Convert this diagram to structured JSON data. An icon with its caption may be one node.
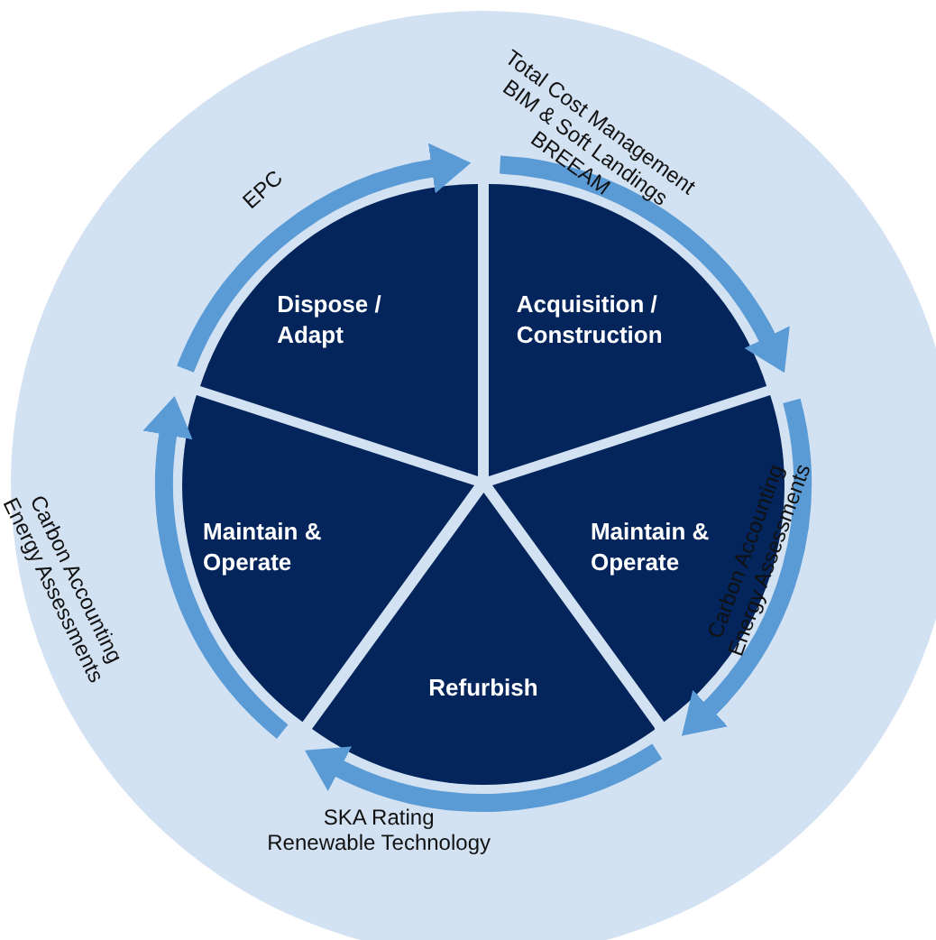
{
  "diagram": {
    "nodes": [
      {
        "text": [
          "Dispose / Adapt"
        ]
      },
      {
        "text": [
          "Acquisition / Construction"
        ]
      },
      {
        "text": [
          "Maintain & Operate"
        ]
      },
      {
        "text": [
          "Maintain & Operate"
        ]
      },
      {
        "text": [
          "Refurbish"
        ]
      }
    ],
    "edges": [
      {
        "from": 0,
        "to": 1,
        "arrow": "to"
      },
      {
        "from": 1,
        "to": 3,
        "arrow": "to"
      },
      {
        "from": 3,
        "to": 4,
        "arrow": "to"
      },
      {
        "from": 4,
        "to": 2,
        "arrow": "to"
      },
      {
        "from": 2,
        "to": 0,
        "arrow": "to"
      }
    ],
    "labels": [
      "EPC",
      "Total Cost Management",
      "BIM & Soft Landings",
      "BREEAM",
      "Carbon Accounting",
      "Energy Assessments",
      "Carbon Accounting",
      "Energy Assessments",
      "SKA Rating",
      "Renewable Technology"
    ]
  }
}
